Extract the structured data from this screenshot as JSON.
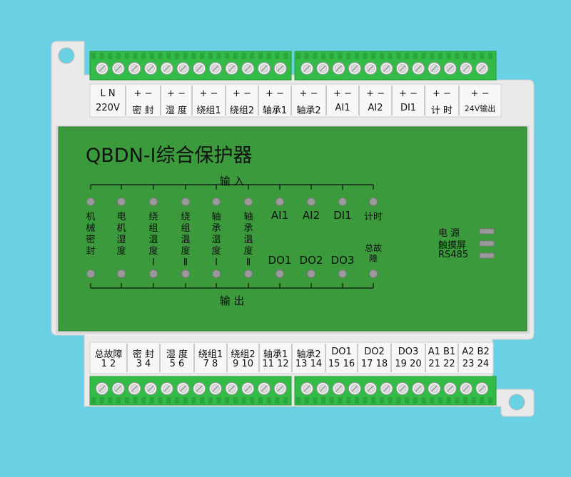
{
  "device": {
    "title": "QBDN-I综合保护器",
    "input_header": "输 入",
    "output_header": "输 出"
  },
  "top_terminals": [
    {
      "polarity": "L   N",
      "name": "220V"
    },
    {
      "polarity": "+   −",
      "name": "密  封"
    },
    {
      "polarity": "+   −",
      "name": "湿  度"
    },
    {
      "polarity": "+   −",
      "name": "绕组1"
    },
    {
      "polarity": "+   −",
      "name": "绕组2"
    },
    {
      "polarity": "+   −",
      "name": "轴承1"
    },
    {
      "polarity": "+   −",
      "name": "轴承2"
    },
    {
      "polarity": "+   −",
      "name": "AI1"
    },
    {
      "polarity": "+   −",
      "name": "AI2"
    },
    {
      "polarity": "+   −",
      "name": "DI1"
    },
    {
      "polarity": "+   −",
      "name": "计  时"
    },
    {
      "polarity": "+   −",
      "name": "24V输出"
    }
  ],
  "bottom_terminals": [
    {
      "name": "总故障",
      "pins": "1    2"
    },
    {
      "name": "密  封",
      "pins": "3    4"
    },
    {
      "name": "湿  度",
      "pins": "5    6"
    },
    {
      "name": "绕组1",
      "pins": "7    8"
    },
    {
      "name": "绕组2",
      "pins": "9   10"
    },
    {
      "name": "轴承1",
      "pins": "11  12"
    },
    {
      "name": "轴承2",
      "pins": "13  14"
    },
    {
      "name": "DO1",
      "pins": "15  16"
    },
    {
      "name": "DO2",
      "pins": "17  18"
    },
    {
      "name": "DO3",
      "pins": "19  20"
    },
    {
      "name": "A1  B1",
      "pins": "21  22"
    },
    {
      "name": "A2  B2",
      "pins": "23  24"
    }
  ],
  "channels": [
    {
      "label": "机械密封",
      "lower": ""
    },
    {
      "label": "电机湿度",
      "lower": ""
    },
    {
      "label": "绕组温度Ⅰ",
      "lower": ""
    },
    {
      "label": "绕组温度Ⅱ",
      "lower": ""
    },
    {
      "label": "轴承温度Ⅰ",
      "lower": ""
    },
    {
      "label": "轴承温度Ⅱ",
      "lower": ""
    },
    {
      "label": "AI1",
      "lower": "DO1"
    },
    {
      "label": "AI2",
      "lower": "DO2"
    },
    {
      "label": "DI1",
      "lower": "DO3"
    },
    {
      "label": "计时",
      "lower": "总故障"
    }
  ],
  "status_lights": [
    {
      "label": "电    源"
    },
    {
      "label": "触摸屏"
    },
    {
      "label": "RS485"
    }
  ],
  "colors": {
    "background": "#6ad0e4",
    "housing": "#eaeaea",
    "panel": "#3a9a3c",
    "terminal": "#33bb48",
    "led": "#9a9a9a"
  }
}
